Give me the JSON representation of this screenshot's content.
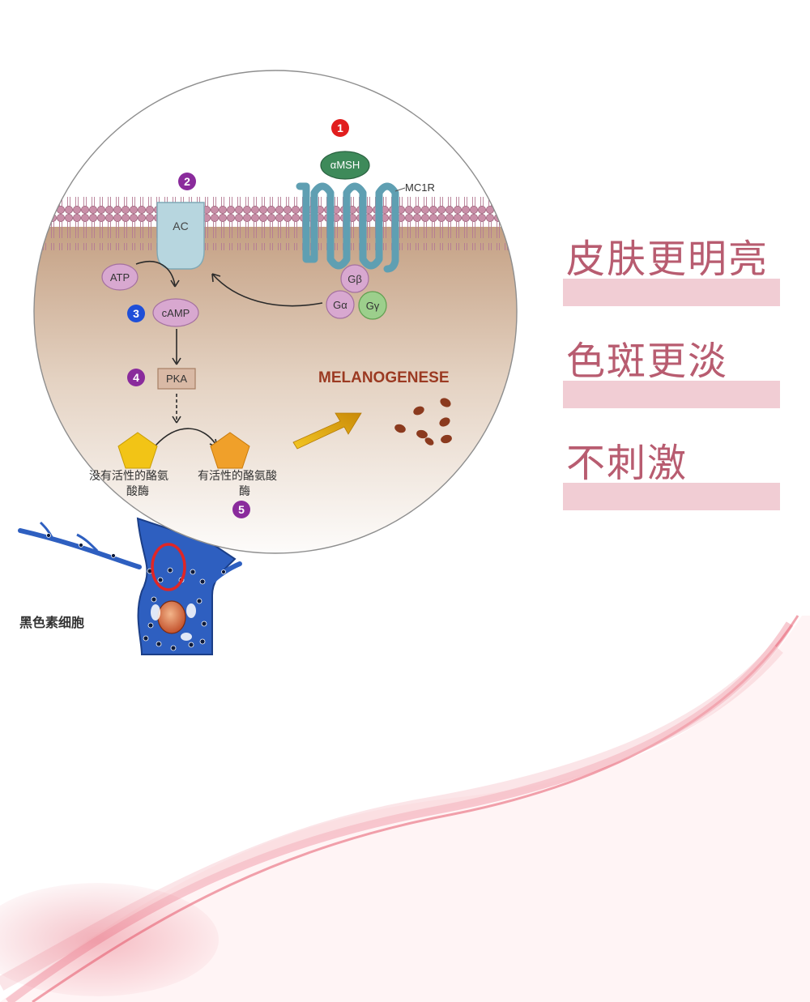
{
  "diagram": {
    "step_numbers": [
      "1",
      "2",
      "3",
      "4",
      "5"
    ],
    "labels": {
      "amsh": "αMSH",
      "mc1r": "MC1R",
      "ac": "AC",
      "atp": "ATP",
      "camp": "cAMP",
      "pka": "PKA",
      "gb": "Gβ",
      "ga": "Gα",
      "gy": "Gγ",
      "melanogenese": "MELANOGENESE",
      "inactive_line1": "没有活性的酪氨",
      "inactive_line2": "酸酶",
      "active_line1": "有活性的酪氨酸",
      "active_line2": "酶",
      "melanocyte": "黑色素细胞"
    },
    "colors": {
      "membrane_head": "#c98fa8",
      "cytoplasm_top": "#c9a98d",
      "cytoplasm_bottom": "#ffffff",
      "receptor": "#6aa8b8",
      "ac_protein": "#b7d6df",
      "amsh": "#3e8a5a",
      "g_protein": "#d8a8d0",
      "g_gamma": "#9ccf8c",
      "pka_box": "#d9b9a5",
      "tyrosinase": "#f2c416",
      "tyrosinase_active": "#f0a02a",
      "melanin": "#8b3a1e",
      "step_badge_red": "#e11d1d",
      "step_badge_purple": "#8a2b9c",
      "step_badge_blue": "#1f4fd8",
      "melanogenese_text": "#9b3a22"
    }
  },
  "benefits": [
    {
      "text": "皮肤更明亮"
    },
    {
      "text": "色斑更淡"
    },
    {
      "text": "不刺激"
    }
  ],
  "theme": {
    "benefit_text": "#b85c70",
    "benefit_band": "#efc8cf",
    "ribbon": "#e0485c"
  }
}
